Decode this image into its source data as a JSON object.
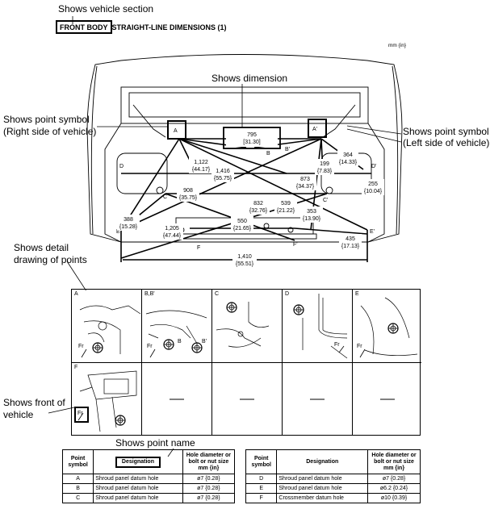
{
  "callouts": {
    "vehicle_section": "Shows vehicle section",
    "dimension": "Shows dimension",
    "point_symbol_right_1": "Shows point symbol",
    "point_symbol_right_2": "(Right side of vehicle)",
    "point_symbol_left_1": "Shows point symbol",
    "point_symbol_left_2": "(Left side of vehicle)",
    "detail_1": "Shows detail",
    "detail_2": "drawing of points",
    "front_1": "Shows front of",
    "front_2": "vehicle",
    "point_name": "Shows point name"
  },
  "header": {
    "title_boxed": "FRONT BODY",
    "title_rest": "STRAIGHT-LINE DIMENSIONS (1)",
    "unit": "mm {in}"
  },
  "dimensions": [
    {
      "id": "d795",
      "mm": "795",
      "in": "[31.30]"
    },
    {
      "id": "d364",
      "mm": "364",
      "in": "{14.33}"
    },
    {
      "id": "d1122",
      "mm": "1,122",
      "in": "{44.17}"
    },
    {
      "id": "d1416",
      "mm": "1,416",
      "in": "{55.75}"
    },
    {
      "id": "d199",
      "mm": "199",
      "in": "{7.83}"
    },
    {
      "id": "d873",
      "mm": "873",
      "in": "{34.37}"
    },
    {
      "id": "d255",
      "mm": "255",
      "in": "{10.04}"
    },
    {
      "id": "d908",
      "mm": "908",
      "in": "{35.75}"
    },
    {
      "id": "d832",
      "mm": "832",
      "in": "{32.76}"
    },
    {
      "id": "d539",
      "mm": "539",
      "in": "{21.22}"
    },
    {
      "id": "d353",
      "mm": "353",
      "in": "{13.90}"
    },
    {
      "id": "d388",
      "mm": "388",
      "in": "{15.28}"
    },
    {
      "id": "d550",
      "mm": "550",
      "in": "{21.65}"
    },
    {
      "id": "d1205",
      "mm": "1,205",
      "in": "{47.44}"
    },
    {
      "id": "d435",
      "mm": "435",
      "in": "{17.13}"
    },
    {
      "id": "d1410",
      "mm": "1,410",
      "in": "{55.51}"
    }
  ],
  "points_on_diagram": {
    "A": "A",
    "A2": "A'",
    "B": "B",
    "B2": "B'",
    "C": "C",
    "C2": "C'",
    "D": "D",
    "D2": "D'",
    "E": "E",
    "E2": "E'",
    "F": "F",
    "F2": "F'"
  },
  "detail_cells": [
    {
      "label": "A",
      "fr": "Fr"
    },
    {
      "label": "B,B'",
      "fr": "Fr",
      "inner": "B",
      "inner2": "B'"
    },
    {
      "label": "C",
      "fr": ""
    },
    {
      "label": "D",
      "fr": "Fr"
    },
    {
      "label": "E",
      "fr": "Fr"
    },
    {
      "label": "F",
      "fr": "Fr"
    }
  ],
  "table_left": {
    "headers": [
      "Point symbol",
      "Designation",
      "Hole diameter or bolt or nut size mm {in}"
    ],
    "rows": [
      [
        "A",
        "Shroud panel datum hole",
        "ø7 {0.28}"
      ],
      [
        "B",
        "Shroud panel datum hole",
        "ø7 {0.28}"
      ],
      [
        "C",
        "Shroud panel datum hole",
        "ø7 {0.28}"
      ]
    ]
  },
  "table_right": {
    "headers": [
      "Point symbol",
      "Designation",
      "Hole diameter or bolt or nut size mm {in}"
    ],
    "rows": [
      [
        "D",
        "Shroud panel datum hole",
        "ø7 {0.28}"
      ],
      [
        "E",
        "Shroud panel datum hole",
        "ø6.2 {0.24}"
      ],
      [
        "F",
        "Crossmember datum hole",
        "ø10 {0.39}"
      ]
    ]
  }
}
